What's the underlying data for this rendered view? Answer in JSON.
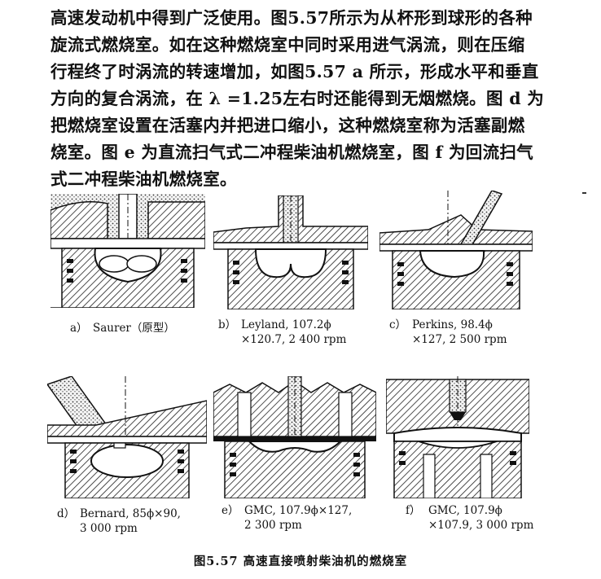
{
  "paragraph": [
    "高速发动机中得到广泛使用。图5.57所示为从杯形到球形的各种",
    "旋流式燃烧室。如在这种燃烧室中同时采用进气涡流，则在压缩",
    "行程终了时涡流的转速增加，如图5.57 a 所示，形成水平和垂直",
    "方向的复合涡流，在 λ =1.25左右时还能得到无烟燃烧。图 d 为",
    "把燃烧室设置在活塞内并把进口缩小，这种燃烧室称为活塞副燃",
    "烧室。图 e 为直流扫气式二冲程柴油机燃烧室，图 f 为回流扫气",
    "式二冲程柴油机燃烧室。"
  ],
  "figures": [
    {
      "label": "a）",
      "text": [
        "Saurer（原型）"
      ]
    },
    {
      "label": "b）",
      "text": [
        "Leyland, 107.2ϕ",
        "×120.7, 2 400 rpm"
      ]
    },
    {
      "label": "c）",
      "text": [
        "Perkins, 98.4ϕ",
        "×127, 2 500 rpm"
      ]
    },
    {
      "label": "d）",
      "text": [
        "Bernard, 85ϕ×90,",
        "3 000 rpm"
      ]
    },
    {
      "label": "e）",
      "text": [
        "GMC, 107.9ϕ×127,",
        "2 300 rpm"
      ]
    },
    {
      "label": "f）",
      "text": [
        "GMC, 107.9ϕ",
        "×107.9, 3 000 rpm"
      ]
    }
  ],
  "figure_caption": "图5.57   高速直接喷射柴油机的燃烧室"
}
